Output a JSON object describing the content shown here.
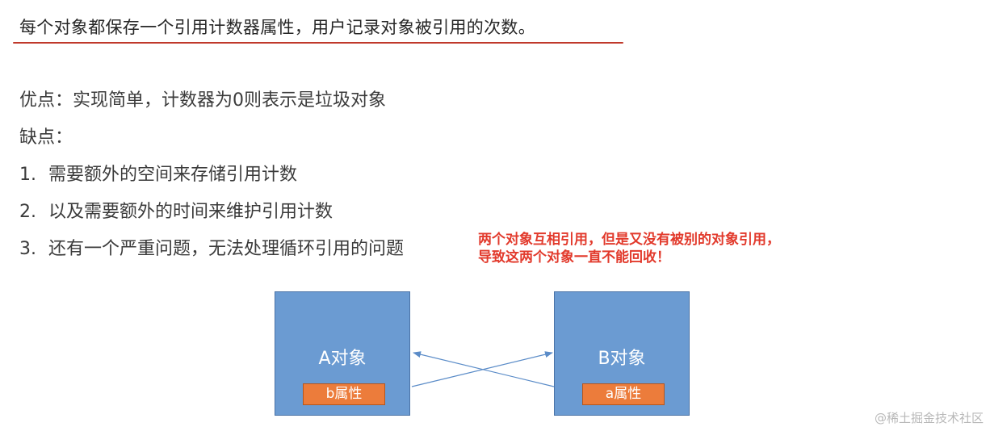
{
  "headline": "每个对象都保存一个引用计数器属性，用户记录对象被引用的次数。",
  "pros": "优点：实现简单，计数器为0则表示是垃圾对象",
  "cons_label": "缺点：",
  "cons": [
    {
      "num": "1.",
      "text": "需要额外的空间来存储引用计数"
    },
    {
      "num": "2.",
      "text": "以及需要额外的时间来维护引用计数"
    },
    {
      "num": "3.",
      "text": "还有一个严重问题，无法处理循环引用的问题"
    }
  ],
  "note": {
    "line1": "两个对象互相引用，但是又没有被别的对象引用，",
    "line2": "导致这两个对象一直不能回收！"
  },
  "diagram": {
    "box_a": {
      "title": "A对象",
      "attr": "b属性"
    },
    "box_b": {
      "title": "B对象",
      "attr": "a属性"
    }
  },
  "watermark": "@稀土掘金技术社区",
  "colors": {
    "underline": "#c0392b",
    "note": "#e23a2c",
    "box": "#6b9bd2",
    "attr": "#ec7c3b"
  }
}
